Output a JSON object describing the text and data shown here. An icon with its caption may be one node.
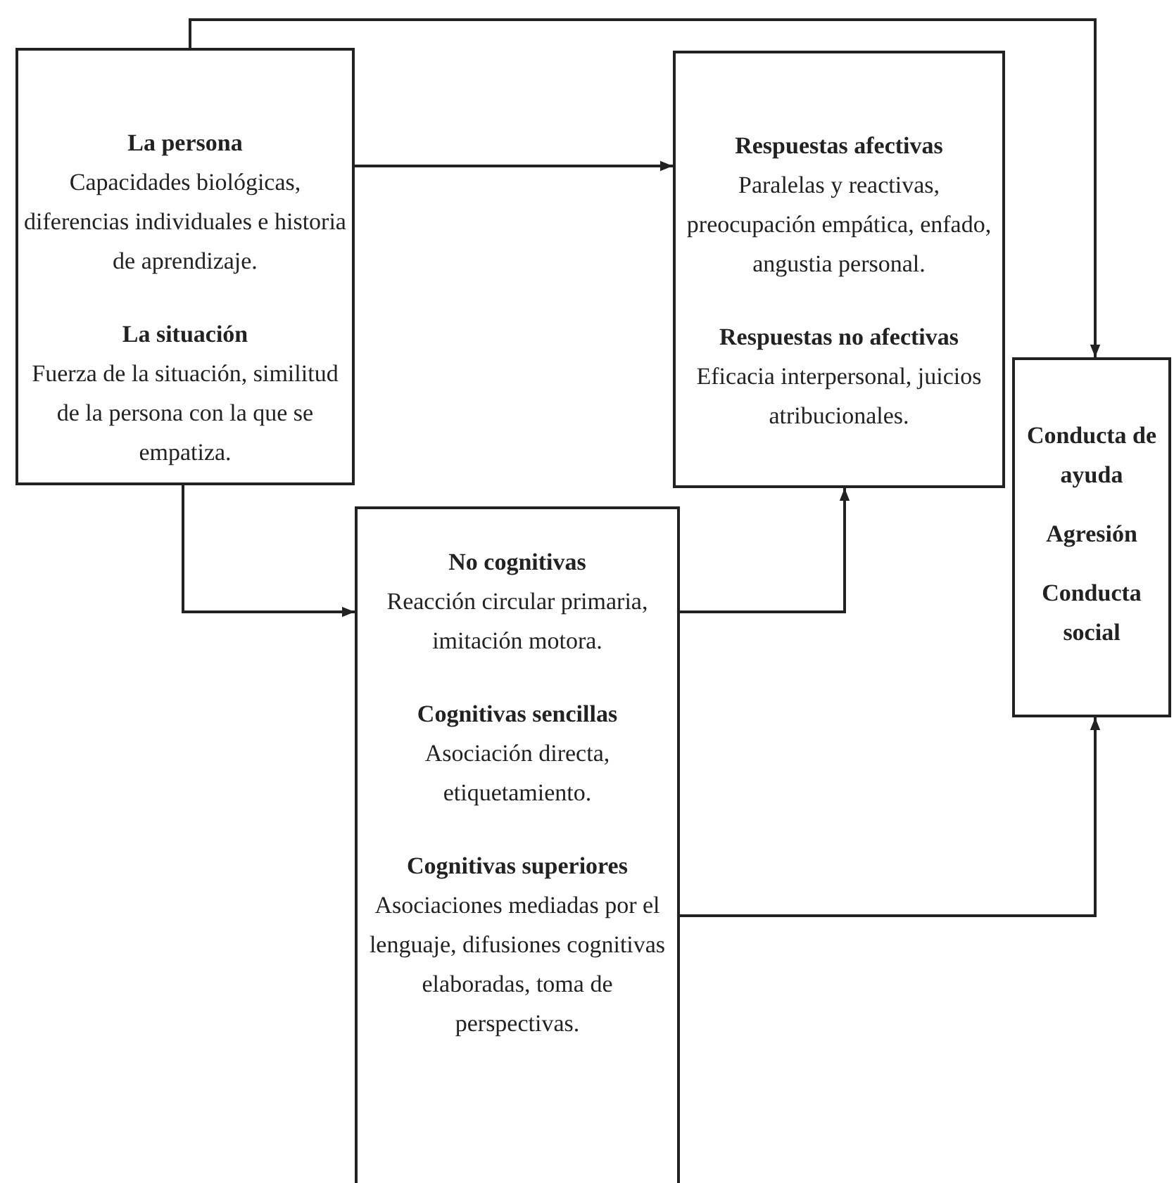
{
  "diagram": {
    "nodes": [
      {
        "text": [
          "La persona",
          "Capacidades biológicas, diferencias individuales e historia de aprendizaje.",
          "La situación",
          "Fuerza de la situación, similitud de la persona con la que se empatiza."
        ]
      },
      {
        "text": [
          "Respuestas afectivas",
          "Paralelas y reactivas, preocupación empática, enfado, angustia personal.",
          "Respuestas no afectivas",
          "Eficacia interpersonal, juicios atribucionales."
        ]
      },
      {
        "text": [
          "No cognitivas",
          "Reacción circular primaria, imitación motora.",
          "Cognitivas sencillas",
          "Asociación directa, etiquetamiento.",
          "Cognitivas superiores",
          "Asociaciones mediadas por el lenguaje, difusiones cognitivas elaboradas, toma de perspectivas."
        ]
      },
      {
        "text": [
          "Conducta de ayuda",
          "Agresión",
          "Conducta social"
        ]
      }
    ],
    "edges": [
      {
        "from": 0,
        "to": 1,
        "arrow": "to"
      },
      {
        "from": 0,
        "to": 3,
        "arrow": "to"
      },
      {
        "from": 0,
        "to": 2,
        "arrow": "to"
      },
      {
        "from": 2,
        "to": 1,
        "arrow": "to"
      },
      {
        "from": 2,
        "to": 3,
        "arrow": "to"
      }
    ]
  }
}
